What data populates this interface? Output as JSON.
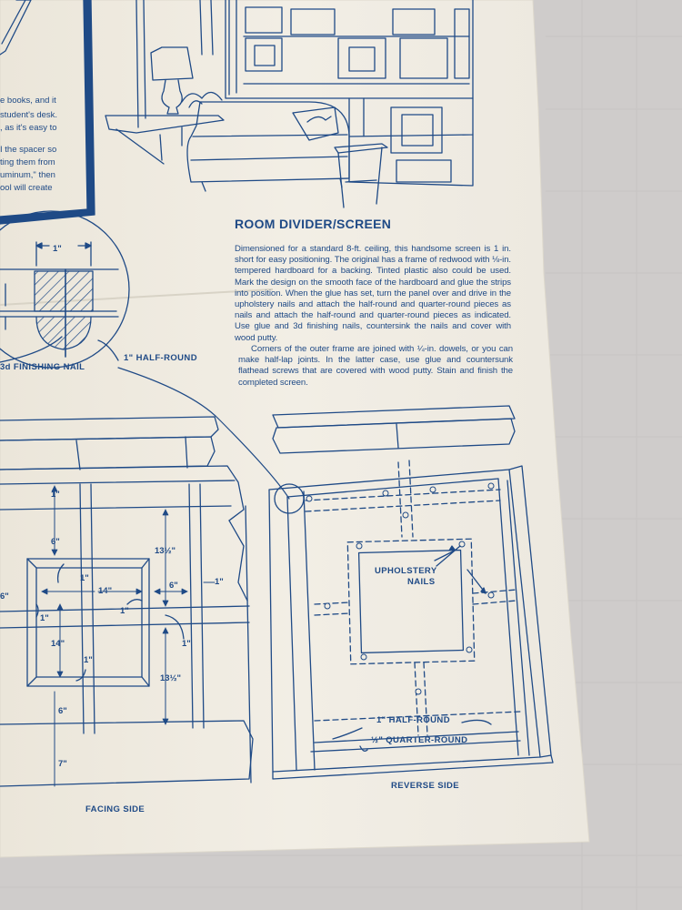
{
  "section_title": "ROOM DIVIDER/SCREEN",
  "body_paragraphs": [
    "Dimensioned for a standard 8-ft. ceiling, this handsome screen is 1 in. short for easy positioning. The original has a frame of redwood with ⅛-in. tempered hardboard for a backing. Tinted plastic also could be used. Mark the design on the smooth face of the hardboard and glue the strips into position. When the glue has set, turn the panel over and drive in the upholstery nails and attach the half-round and quarter-round pieces as nails and attach the half-round and quarter-round pieces as indicated. Use glue and 3d finishing nails, countersink the nails and cover with wood putty.",
    "Corners of the outer frame are joined with ¼-in. dowels, or you can make half-lap joints. In the latter case, use glue and countersunk flathead screws that are covered with wood putty. Stain and finish the completed screen."
  ],
  "cut_off_text": [
    "e books, and it",
    "student's desk.",
    ", as it's easy to",
    "I the spacer so",
    "ting them from",
    "uminum,\" then",
    "ool will create"
  ],
  "callouts": {
    "finishing_nail": "3d FINISHING NAIL",
    "half_round_detail": "1\" HALF-ROUND",
    "detail_width": "1\"",
    "upholstery_nails_1": "UPHOLSTERY",
    "upholstery_nails_2": "NAILS",
    "half_round": "1\" HALF-ROUND",
    "quarter_round": "½\" QUARTER-ROUND"
  },
  "captions": {
    "facing": "FACING SIDE",
    "reverse": "REVERSE SIDE"
  },
  "dimensions": {
    "d1_top": "1\"",
    "d6_top": "6\"",
    "d13a": "13½\"",
    "d1_sq_top": "1\"",
    "d14_w": "14\"",
    "d6_mid": "6\"",
    "d1_right": "1\"",
    "d6_left": "6\"",
    "d1_sq_left": "1\"",
    "d1_sq_right": "1\"",
    "d14_h": "14\"",
    "d1_rail": "1\"",
    "d1_sq_bottom": "1\"",
    "d13b": "13½\"",
    "d6_bottom": "6\"",
    "d7": "7\""
  },
  "colors": {
    "ink": "#1f4a86",
    "paper": "#f1ede3",
    "table": "#cfcccb"
  }
}
